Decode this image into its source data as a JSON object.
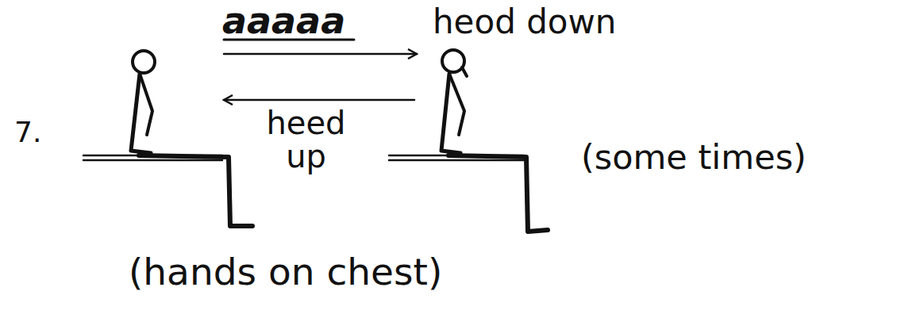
{
  "diagram": {
    "labels": [
      "aaaaa",
      "heod down",
      "heed up",
      "7.",
      "(some times)",
      "(hands on chest)"
    ]
  }
}
